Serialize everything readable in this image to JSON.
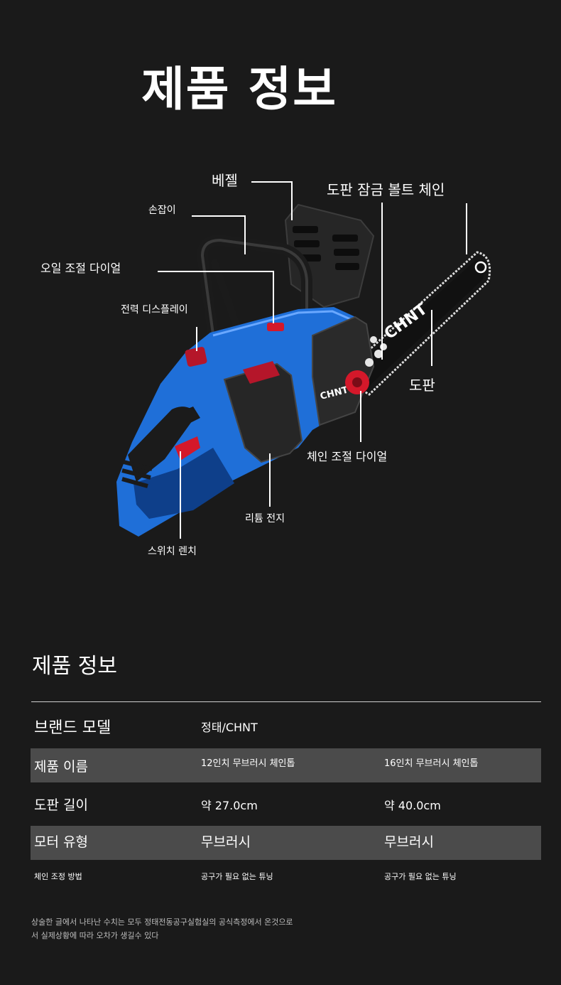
{
  "hero": {
    "title": "제품 정보"
  },
  "diagram": {
    "brand_mark_bar": "CHNT",
    "brand_mark_body": "CHNT",
    "callouts": {
      "bezel": "베젤",
      "bolt_chain": "도판 잠금 볼트 체인",
      "handle": "손잡이",
      "oil_dial": "오일 조절 다이얼",
      "power_display": "전력 디스플레이",
      "guide_bar": "도판",
      "chain_dial": "체인 조절 다이얼",
      "battery": "리튬 전지",
      "switch": "스위치 렌치"
    }
  },
  "specs": {
    "heading": "제품 정보",
    "rows": [
      {
        "label": "브랜드 모델",
        "a": "정태/CHNT",
        "b": ""
      },
      {
        "label": "제품 이름",
        "a": "12인치 무브러시 체인톱",
        "b": "16인치 무브러시 체인톱"
      },
      {
        "label": "도판 길이",
        "a": "약 27.0cm",
        "b": "약 40.0cm"
      },
      {
        "label": "모터 유형",
        "a": "무브러시",
        "b": "무브러시"
      },
      {
        "label": "체인 조정 방법",
        "a": "공구가 필요 없는 튜닝",
        "b": "공구가 필요 없는 튜닝"
      }
    ]
  },
  "footnote": {
    "line1": "상술한 글에서 나타난 수치는 모두 정태전동공구실험실의 공식측정에서 온것으로",
    "line2": "서 실제상황에 따라 오차가 생길수 있다"
  },
  "colors": {
    "background": "#1a1a1a",
    "row_shade": "#4b4b4b",
    "tool_blue": "#1f6fd8",
    "tool_dark": "#1c1c1e",
    "accent_red": "#d4182a"
  }
}
